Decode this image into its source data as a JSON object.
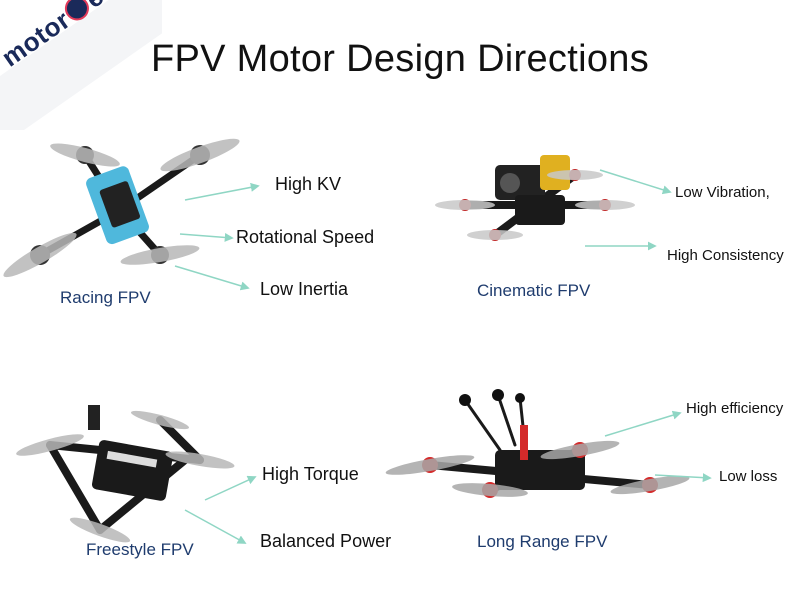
{
  "logo": {
    "word_a": "motor",
    "word_b": "eo"
  },
  "title": "FPV Motor Design Directions",
  "quadrants": [
    {
      "label": "Racing FPV",
      "features": [
        "High KV",
        "Rotational Speed",
        "Low Inertia"
      ]
    },
    {
      "label": "Cinematic FPV",
      "features": [
        "Low Vibration,",
        "High Consistency"
      ]
    },
    {
      "label": "Freestyle FPV",
      "features": [
        "High Torque",
        "Balanced Power"
      ]
    },
    {
      "label": "Long Range FPV",
      "features": [
        "High efficiency",
        "Low loss"
      ]
    }
  ],
  "colors": {
    "arrow": "#8fd6c4",
    "label": "#1f3c6e",
    "racing_accent": "#4fb8dc",
    "longrange_accent": "#d42a2a"
  }
}
